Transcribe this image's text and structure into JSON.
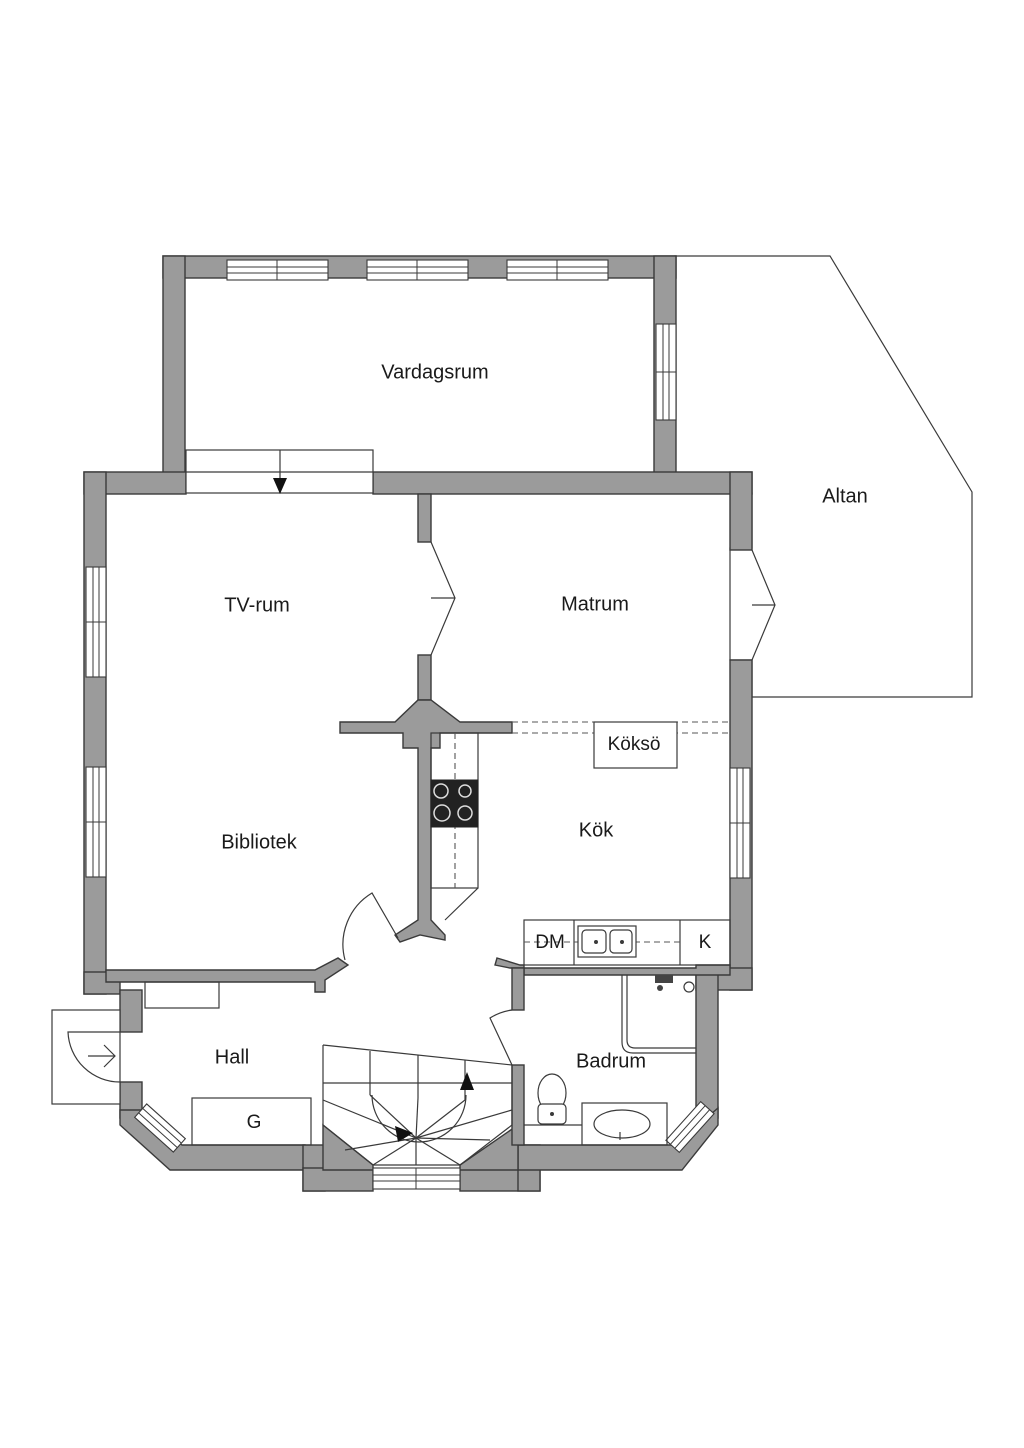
{
  "rooms": {
    "vardagsrum": "Vardagsrum",
    "altan": "Altan",
    "tv_rum": "TV-rum",
    "matrum": "Matrum",
    "koksö": "Köksö",
    "kok": "Kök",
    "bibliotek": "Bibliotek",
    "hall": "Hall",
    "badrum": "Badrum"
  },
  "fixtures": {
    "dishwasher": "DM",
    "fridge": "K",
    "wardrobe": "G"
  },
  "colors": {
    "wall_fill": "#9b9b9b",
    "line": "#3a3a3a",
    "background": "#ffffff"
  }
}
